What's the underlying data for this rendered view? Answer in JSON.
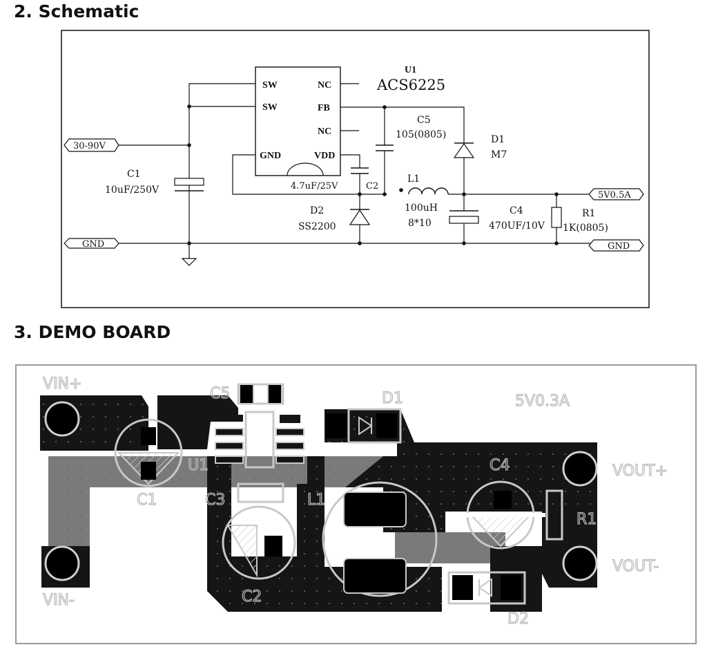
{
  "sections": {
    "schematic_title": "2. Schematic",
    "demo_title": "3. DEMO BOARD"
  },
  "schematic": {
    "ic": {
      "ref": "U1",
      "part": "ACS6225",
      "pins_left": [
        "SW",
        "SW",
        "GND"
      ],
      "pins_right": [
        "NC",
        "FB",
        "NC",
        "VDD"
      ]
    },
    "ports": {
      "vin": "30-90V",
      "gnd_in": "GND",
      "vout": "5V0.5A",
      "gnd_out": "GND"
    },
    "components": {
      "c1": {
        "ref": "C1",
        "value": "10uF/250V"
      },
      "c2": {
        "ref": "C2",
        "value": "4.7uF/25V"
      },
      "c5": {
        "ref": "C5",
        "value": "105(0805)"
      },
      "d1": {
        "ref": "D1",
        "value": "M7"
      },
      "d2": {
        "ref": "D2",
        "value": "SS2200"
      },
      "l1": {
        "ref": "L1",
        "value": "100uH",
        "size": "8*10"
      },
      "c4": {
        "ref": "C4",
        "value": "470UF/10V"
      },
      "r1": {
        "ref": "R1",
        "value": "1K(0805)"
      }
    }
  },
  "board": {
    "labels": {
      "vin_plus": "VIN+",
      "vin_minus": "VIN-",
      "vout_plus": "VOUT+",
      "vout_minus": "VOUT-",
      "rating": "5V0.3A",
      "c1": "C1",
      "c2": "C2",
      "c3": "C3",
      "c4": "C4",
      "c5": "C5",
      "d1": "D1",
      "d2": "D2",
      "l1": "L1",
      "u1": "U1",
      "r1": "R1"
    }
  },
  "colors": {
    "copper_top": "#151515",
    "copper_bottom": "#7a7a7a",
    "silkscreen": "#c8c8c8",
    "board_outline": "#9a9a9a",
    "schematic_line": "#111111"
  }
}
